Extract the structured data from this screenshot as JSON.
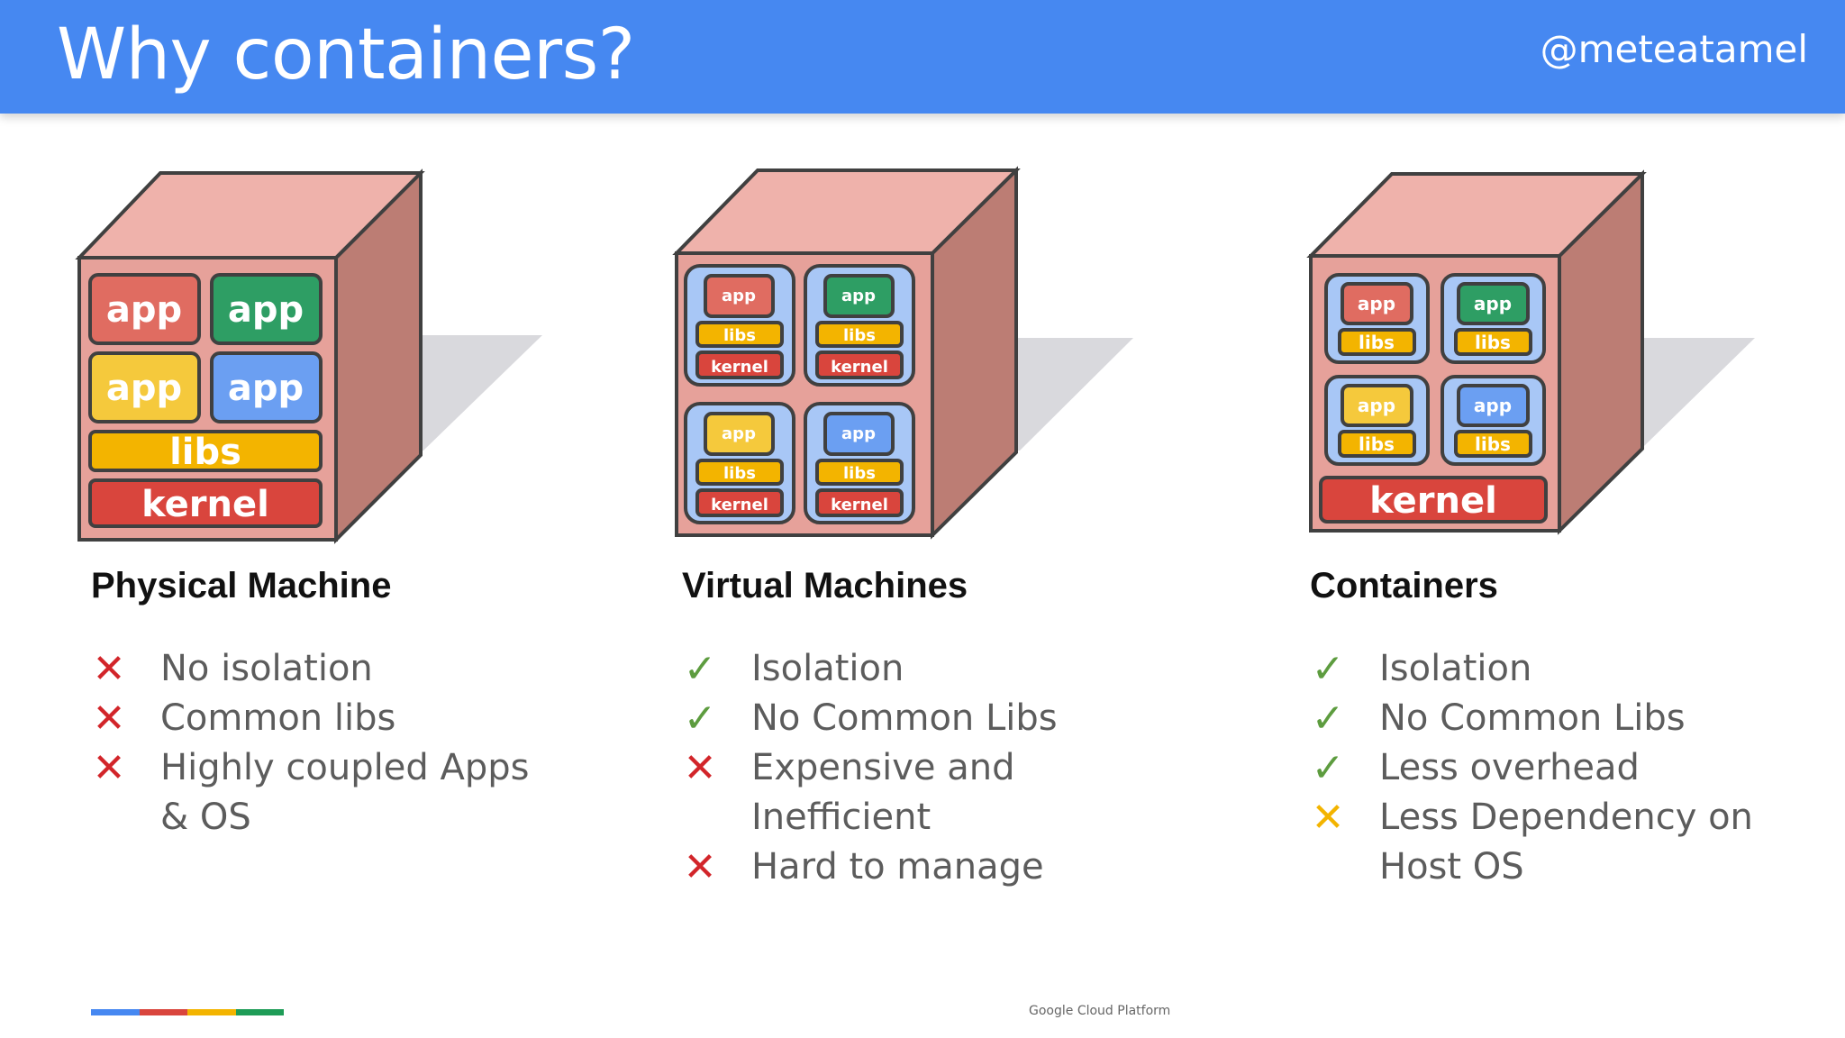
{
  "slide": {
    "title": "Why containers?",
    "handle": "@meteatamel",
    "footer": "Google Cloud Platform",
    "footer_colors": [
      "#4688f1",
      "#d9453d",
      "#f3b400",
      "#1e9c57"
    ]
  },
  "colors": {
    "box_front": "#e6a19a",
    "box_top": "#efb2ab",
    "box_side": "#bc7d74",
    "app_red": "#e06c61",
    "app_green": "#2e9e64",
    "app_yellow": "#f5c93c",
    "app_blue": "#6b9ff2",
    "libs": "#f3b400",
    "kernel": "#d9453d",
    "vm_shell": "#a8c7f6"
  },
  "diagrams": {
    "physical": {
      "apps": [
        "app",
        "app",
        "app",
        "app"
      ],
      "libs": "libs",
      "kernel": "kernel"
    },
    "vms": [
      {
        "app": "app",
        "libs": "libs",
        "kernel": "kernel"
      },
      {
        "app": "app",
        "libs": "libs",
        "kernel": "kernel"
      },
      {
        "app": "app",
        "libs": "libs",
        "kernel": "kernel"
      },
      {
        "app": "app",
        "libs": "libs",
        "kernel": "kernel"
      }
    ],
    "containers": {
      "units": [
        {
          "app": "app",
          "libs": "libs"
        },
        {
          "app": "app",
          "libs": "libs"
        },
        {
          "app": "app",
          "libs": "libs"
        },
        {
          "app": "app",
          "libs": "libs"
        }
      ],
      "kernel": "kernel"
    }
  },
  "columns": [
    {
      "title": "Physical Machine",
      "items": [
        {
          "status": "x",
          "text": "No isolation"
        },
        {
          "status": "x",
          "text": "Common libs"
        },
        {
          "status": "x",
          "text": "Highly coupled Apps\n& OS"
        }
      ]
    },
    {
      "title": "Virtual Machines",
      "items": [
        {
          "status": "check",
          "text": "Isolation"
        },
        {
          "status": "check",
          "text": "No Common Libs"
        },
        {
          "status": "x",
          "text": "Expensive and\nInefficient"
        },
        {
          "status": "x",
          "text": "Hard to manage"
        }
      ]
    },
    {
      "title": "Containers",
      "items": [
        {
          "status": "check",
          "text": "Isolation"
        },
        {
          "status": "check",
          "text": "No Common Libs"
        },
        {
          "status": "check",
          "text": "Less overhead"
        },
        {
          "status": "partial",
          "text": "Less Dependency on\nHost OS"
        }
      ]
    }
  ]
}
